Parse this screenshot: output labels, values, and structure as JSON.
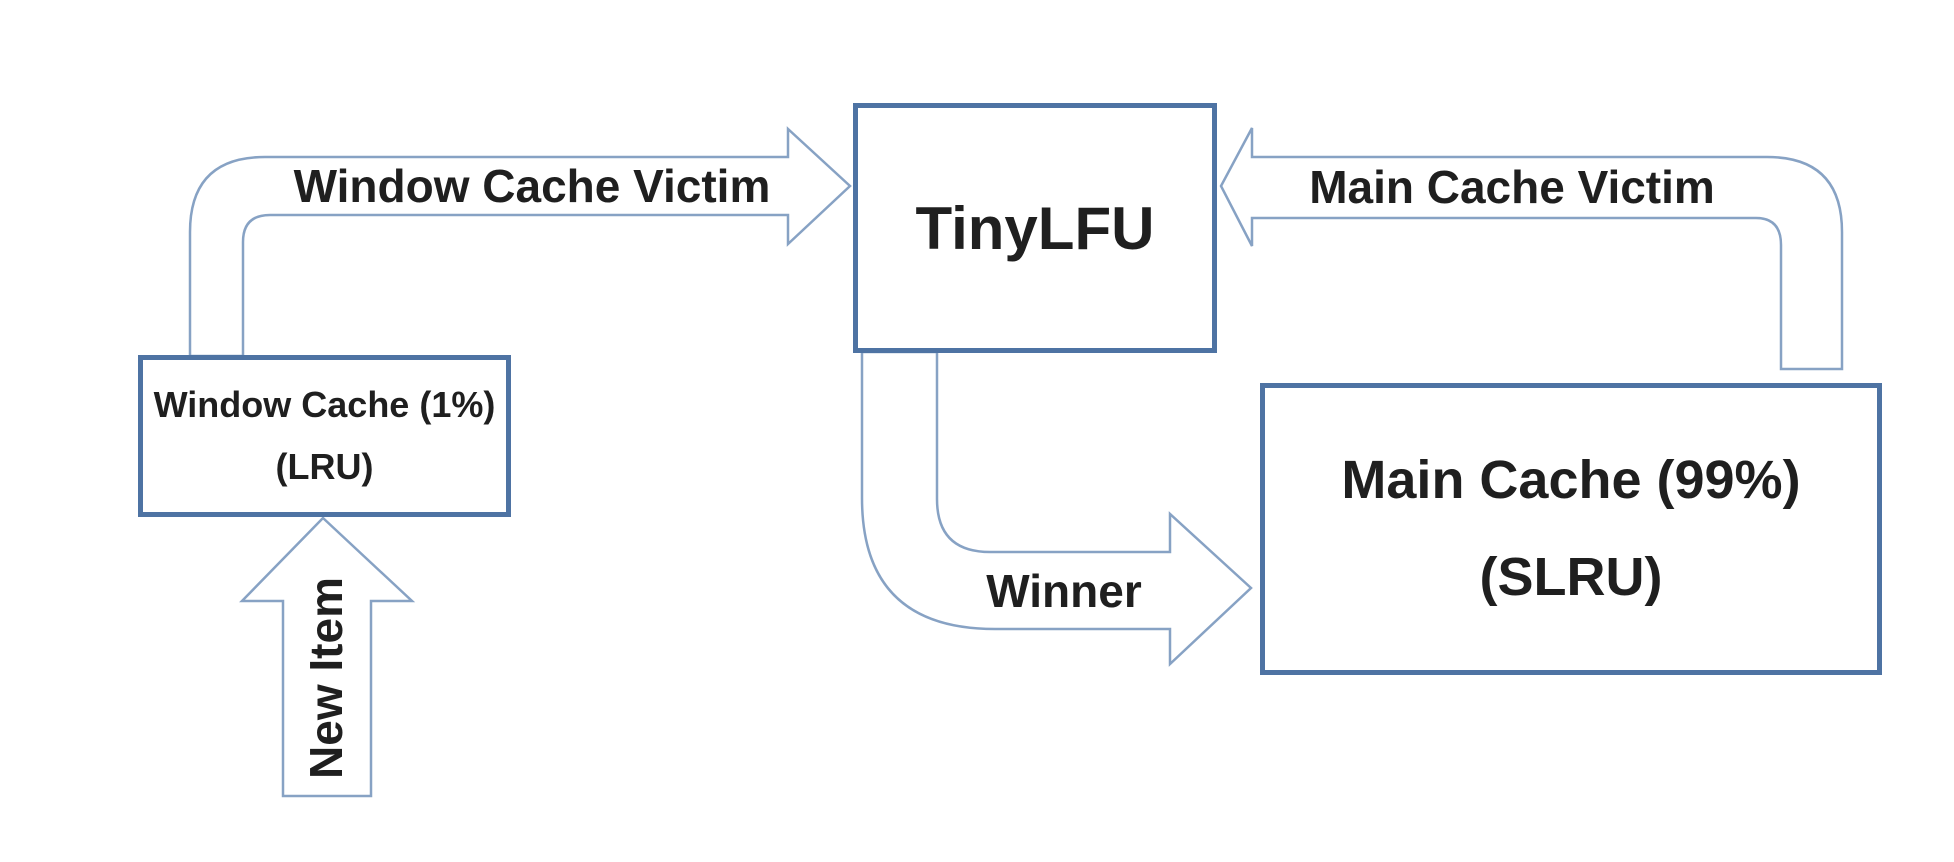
{
  "diagram": {
    "title": "W-TinyLFU cache admission diagram",
    "colors": {
      "background": "#ffffff",
      "box_border": "#4e73a3",
      "arrow_outline": "#87a2c4",
      "arrow_fill": "#ffffff",
      "text": "#1f1f1f"
    },
    "nodes": {
      "tinylfu": {
        "label": "TinyLFU"
      },
      "window_cache": {
        "line1": "Window Cache (1%)",
        "line2": "(LRU)"
      },
      "main_cache": {
        "line1": "Main Cache (99%)",
        "line2": "(SLRU)"
      }
    },
    "edges": {
      "window_victim": {
        "label": "Window Cache Victim",
        "from": "window_cache",
        "to": "tinylfu"
      },
      "main_victim": {
        "label": "Main Cache Victim",
        "from": "main_cache",
        "to": "tinylfu"
      },
      "winner": {
        "label": "Winner",
        "from": "tinylfu",
        "to": "main_cache"
      },
      "new_item": {
        "label": "New Item",
        "to": "window_cache"
      }
    }
  }
}
